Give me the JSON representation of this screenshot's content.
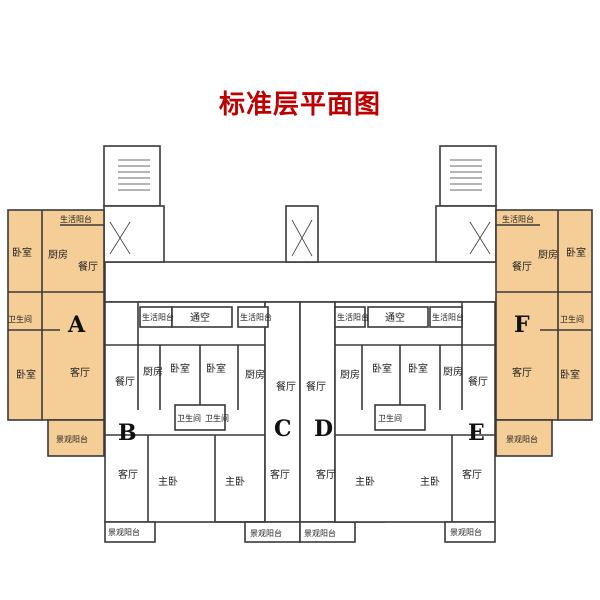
{
  "title": "标准层平面图",
  "colors": {
    "title": "#c00000",
    "highlight_fill": "#f5ce97",
    "wall": "#3a3a3a",
    "room_fill": "#ffffff"
  },
  "units": {
    "A": "A",
    "B": "B",
    "C": "C",
    "D": "D",
    "E": "E",
    "F": "F"
  },
  "labels": {
    "bedroom": "卧室",
    "living": "客厅",
    "dining": "餐厅",
    "kitchen": "厨房",
    "bath": "卫生间",
    "master": "主卧",
    "life_balcony": "生活阳台",
    "view_balcony": "景观阳台",
    "void": "通空"
  }
}
